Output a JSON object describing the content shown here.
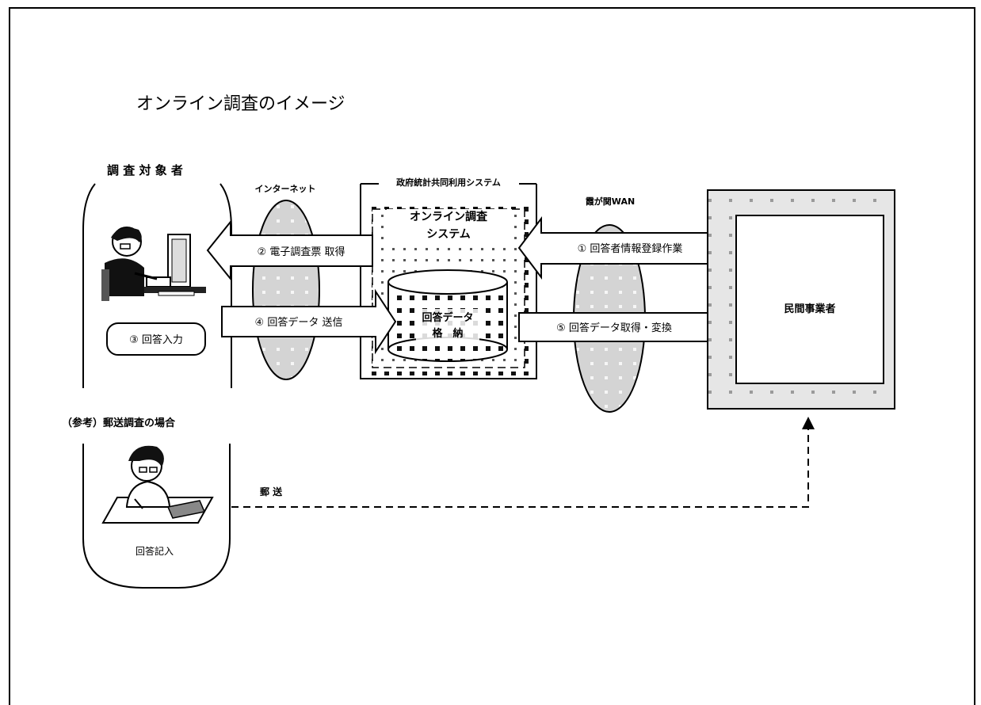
{
  "title": "オンライン調査のイメージ",
  "respondent": {
    "heading": "調 査 対 象 者",
    "online_step": "③ 回答入力",
    "postal_heading": "（参考）郵送調査の場合",
    "postal_step": "回答記入"
  },
  "networks": {
    "internet": "インターネット",
    "kasumigaseki": "霞が関WAN"
  },
  "gov_system": {
    "label": "政府統計共同利用システム",
    "online_system_line1": "オンライン調査",
    "online_system_line2": "システム",
    "storage_line1": "回答データ",
    "storage_line2": "格　納"
  },
  "arrows": {
    "step1": "① 回答者情報登録作業",
    "step2": "② 電子調査票 取得",
    "step4": "④ 回答データ 送信",
    "step5": "⑤ 回答データ取得・変換"
  },
  "contractor": "民間事業者",
  "postal_label": "郵 送",
  "colors": {
    "line": "#000000",
    "pattern_fill": "#d0d0d0",
    "dot_light": "#f4f4f4",
    "dot_dark": "#000000"
  }
}
